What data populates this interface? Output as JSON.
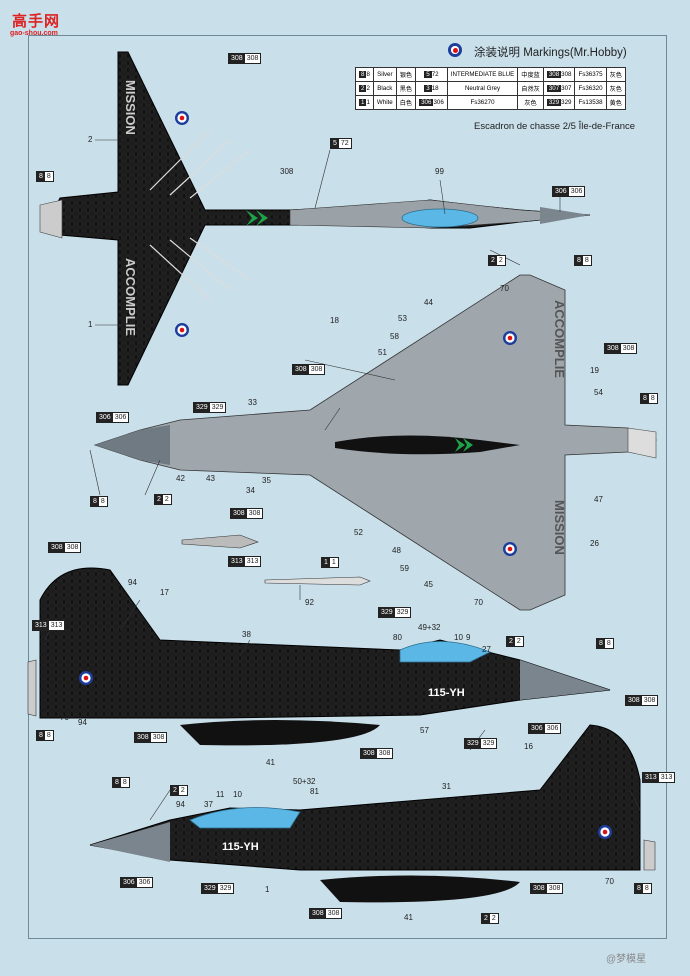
{
  "header": {
    "logo_text": "高手网",
    "logo_url": "gao-shou.com",
    "title": "涂装说明  Markings(Mr.Hobby)",
    "squadron": "Escadron de chasse 2/5 Île-de-France"
  },
  "legend": [
    {
      "num": "8",
      "code": "8",
      "en": "Silver",
      "cn": "银色",
      "mr": "72",
      "mrname": "INTERMEDIATE BLUE",
      "mrcn": "中度蓝",
      "c2": "308",
      "c2b": "308",
      "fs": "Fs36375",
      "cn2": "灰色"
    },
    {
      "num": "2",
      "code": "2",
      "en": "Black",
      "cn": "黑色",
      "mr": "18",
      "mrname": "Neutral Grey",
      "mrcn": "自然灰",
      "c2": "307",
      "c2b": "307",
      "fs": "Fs36320",
      "cn2": "灰色"
    },
    {
      "num": "1",
      "code": "1",
      "en": "White",
      "cn": "白色",
      "mr": "306",
      "mrname": "Fs36270",
      "mrcn": "灰色",
      "c2": "329",
      "c2b": "329",
      "fs": "Fs13538",
      "cn2": "黄色"
    }
  ],
  "wing_text": {
    "mission": "MISSION",
    "accomplie": "ACCOMPLIE"
  },
  "aircraft_code": "115-YH",
  "callouts": [
    "308",
    "72",
    "99",
    "2",
    "1",
    "18",
    "70",
    "53",
    "58",
    "44",
    "51",
    "19",
    "54",
    "33",
    "42",
    "43",
    "34",
    "35",
    "52",
    "48",
    "59",
    "45",
    "47",
    "26",
    "70",
    "92",
    "94",
    "17",
    "38",
    "49+32",
    "80",
    "10",
    "9",
    "27",
    "70",
    "94",
    "57",
    "41",
    "16",
    "94",
    "50+32",
    "81",
    "11",
    "37",
    "10",
    "31",
    "94",
    "70",
    "41",
    "1",
    "8",
    "308",
    "306",
    "329",
    "313"
  ],
  "codes": {
    "c308": "308",
    "c306": "306",
    "c329": "329",
    "c313": "313",
    "c2": "2",
    "c8": "8",
    "c1": "1",
    "c72": "72"
  },
  "watermark": "@梦模星"
}
